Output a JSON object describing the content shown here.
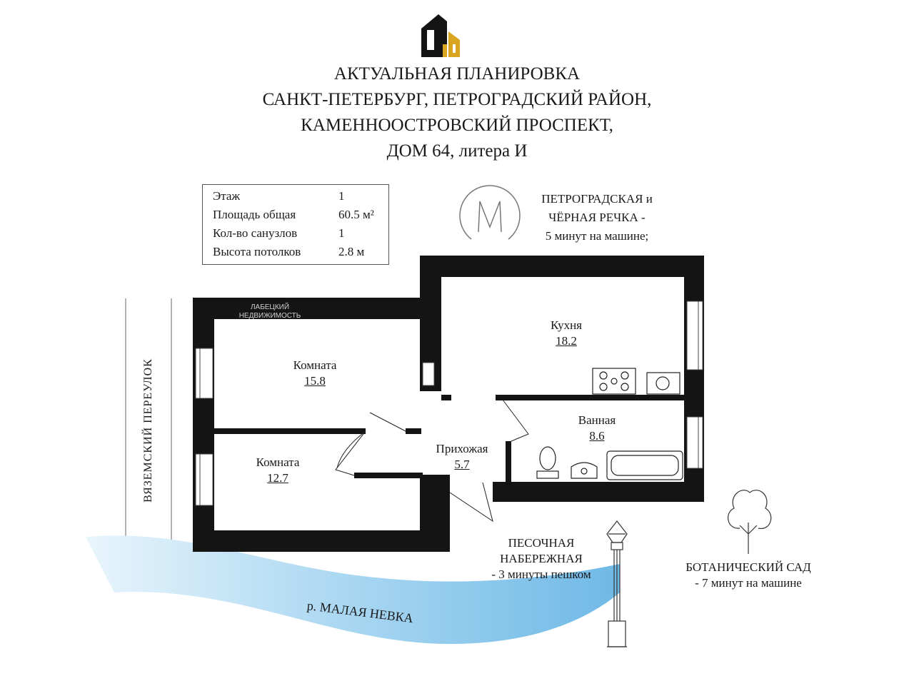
{
  "title": {
    "line1": "АКТУАЛЬНАЯ ПЛАНИРОВКА",
    "line2": "САНКТ-ПЕТЕРБУРГ, ПЕТРОГРАДСКИЙ РАЙОН,",
    "line3": "КАМЕННООСТРОВСКИЙ ПРОСПЕКТ,",
    "line4": "ДОМ 64, литера И"
  },
  "specs": [
    {
      "key": "Этаж",
      "value": "1"
    },
    {
      "key": "Площадь общая",
      "value": "60.5 м²"
    },
    {
      "key": "Кол-во санузлов",
      "value": "1"
    },
    {
      "key": "Высота потолков",
      "value": "2.8 м"
    }
  ],
  "metro": {
    "line1": "ПЕТРОГРАДСКАЯ и",
    "line2": "ЧЁРНАЯ РЕЧКА -",
    "line3": "5 минут на машине;"
  },
  "rooms": {
    "room1": {
      "name": "Комната",
      "area": "15.8"
    },
    "room2": {
      "name": "Комната",
      "area": "12.7"
    },
    "kitchen": {
      "name": "Кухня",
      "area": "18.2"
    },
    "bath": {
      "name": "Ванная",
      "area": "8.6"
    },
    "hall": {
      "name": "Прихожая",
      "area": "5.7"
    }
  },
  "street": "ВЯЗЕМСКИЙ ПЕРЕУЛОК",
  "river": "р. МАЛАЯ НЕВКА",
  "embankment": {
    "line1": "ПЕСОЧНАЯ",
    "line2": "НАБЕРЕЖНАЯ",
    "line3": "- 3 минуты пешком"
  },
  "garden": {
    "line1": "БОТАНИЧЕСКИЙ САД",
    "line2": "- 7 минут на машине"
  },
  "watermark": "ЛАБЕЦКИЙ НЕДВИЖИМОСТЬ",
  "colors": {
    "wall": "#141414",
    "river": "#8fc9ec",
    "logo_gold": "#d9a520"
  }
}
